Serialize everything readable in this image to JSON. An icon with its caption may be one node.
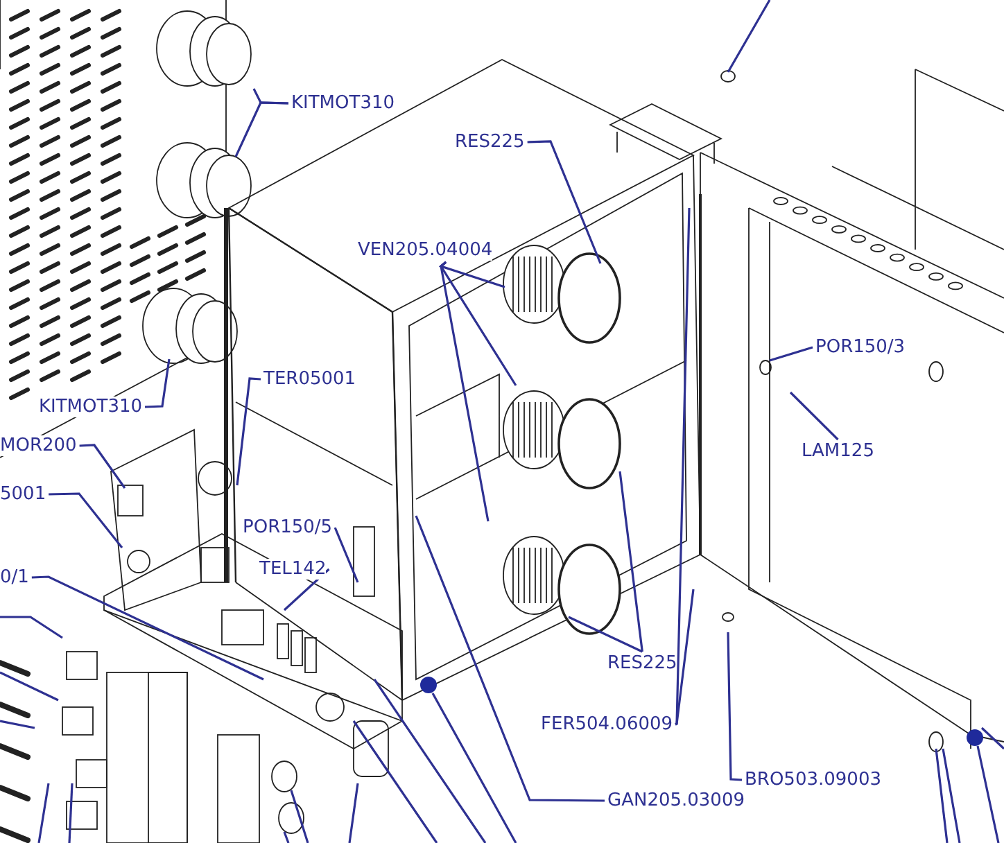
{
  "diagram": {
    "nodes": [
      {
        "text": [
          "KITMOT310"
        ]
      },
      {
        "text": [
          "VEN205.04004"
        ]
      },
      {
        "text": [
          "RES225"
        ]
      },
      {
        "text": [
          "TER05001"
        ]
      },
      {
        "text": [
          "KITMOT310"
        ]
      },
      {
        "text": [
          "MOR200"
        ]
      },
      {
        "text": [
          "5001"
        ]
      },
      {
        "text": [
          "0/1"
        ]
      },
      {
        "text": [
          "POR150/5"
        ]
      },
      {
        "text": [
          "TEL142"
        ]
      },
      {
        "text": [
          "POR150/3"
        ]
      },
      {
        "text": [
          "LAM125"
        ]
      },
      {
        "text": [
          "RES225"
        ]
      },
      {
        "text": [
          "FER504.06009"
        ]
      },
      {
        "text": [
          "BRO503.09003"
        ]
      },
      {
        "text": [
          "GAN205.03009"
        ]
      }
    ],
    "edges": [
      {
        "from": 0,
        "to": null,
        "arrow": "none"
      },
      {
        "from": 0,
        "to": null,
        "arrow": "none"
      },
      {
        "from": 1,
        "to": null,
        "arrow": "none"
      },
      {
        "from": 1,
        "to": null,
        "arrow": "none"
      },
      {
        "from": 1,
        "to": null,
        "arrow": "none"
      },
      {
        "from": 2,
        "to": null,
        "arrow": "none"
      },
      {
        "from": 3,
        "to": null,
        "arrow": "none"
      },
      {
        "from": 4,
        "to": null,
        "arrow": "none"
      },
      {
        "from": 5,
        "to": null,
        "arrow": "none"
      },
      {
        "from": 6,
        "to": null,
        "arrow": "none"
      },
      {
        "from": 7,
        "to": null,
        "arrow": "none"
      },
      {
        "from": 8,
        "to": null,
        "arrow": "none"
      },
      {
        "from": 9,
        "to": null,
        "arrow": "none"
      },
      {
        "from": 10,
        "to": null,
        "arrow": "none"
      },
      {
        "from": 11,
        "to": null,
        "arrow": "none"
      },
      {
        "from": 12,
        "to": null,
        "arrow": "none"
      },
      {
        "from": 12,
        "to": null,
        "arrow": "none"
      },
      {
        "from": 13,
        "to": null,
        "arrow": "none"
      },
      {
        "from": 13,
        "to": null,
        "arrow": "none"
      },
      {
        "from": 14,
        "to": null,
        "arrow": "none"
      },
      {
        "from": 15,
        "to": null,
        "arrow": "none"
      }
    ]
  }
}
